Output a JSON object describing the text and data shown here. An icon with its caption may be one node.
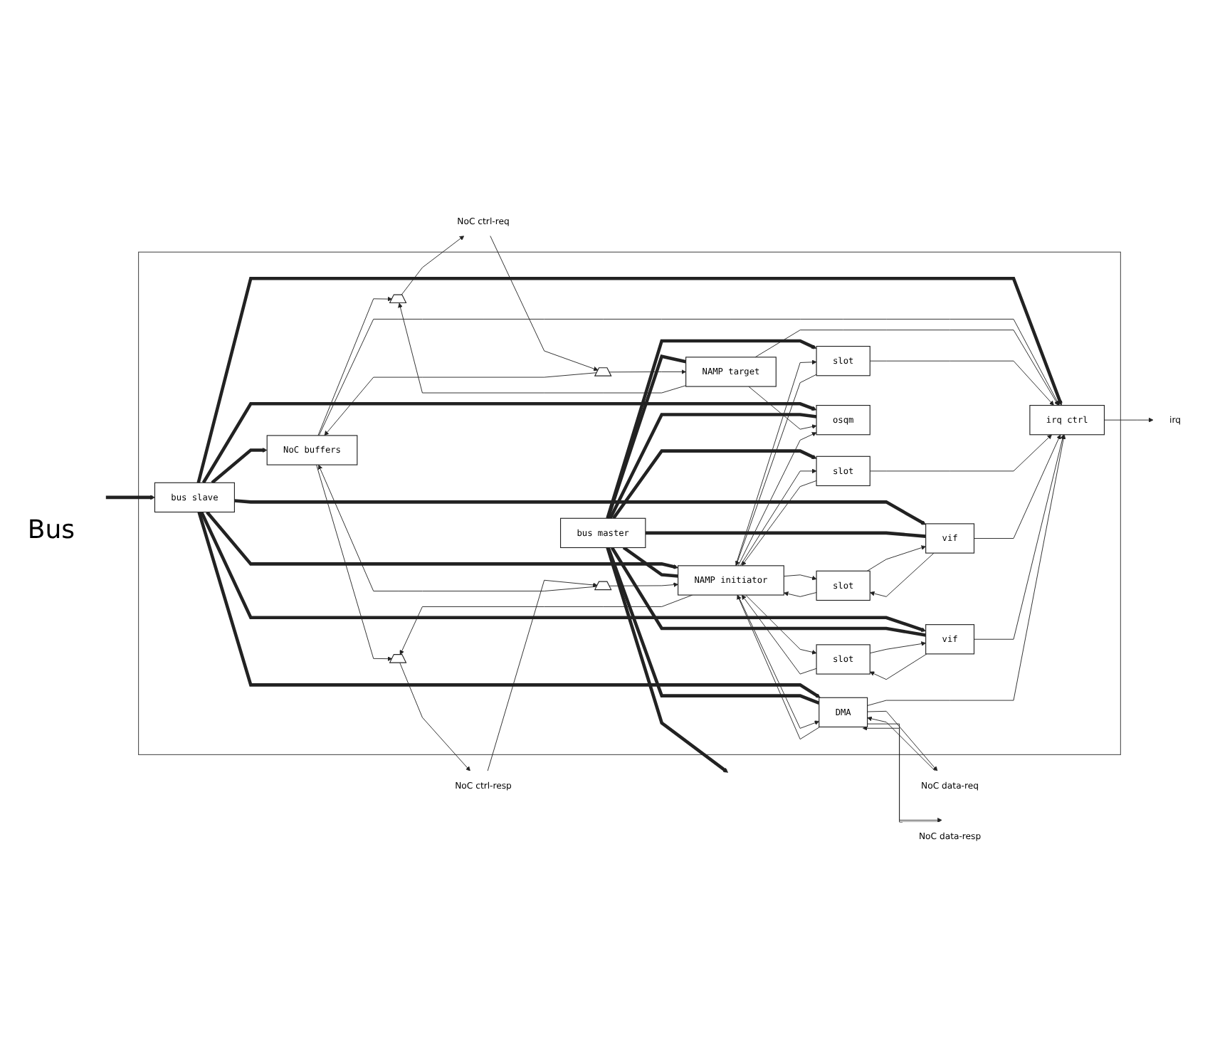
{
  "diagram": {
    "nodes": [
      {
        "text": [],
        "shape": "box"
      },
      {
        "text": [
          "irq ctrl"
        ],
        "in": 0
      },
      {
        "text": [
          "NoC buffers"
        ],
        "in": 0
      },
      {
        "text": [
          "NAMP target"
        ],
        "in": 0
      },
      {
        "text": [
          "bus slave"
        ],
        "in": 0
      },
      {
        "text": [
          "bus master"
        ],
        "in": 0
      },
      {
        "text": [
          "slot"
        ],
        "in": 0
      },
      {
        "text": [
          "slot"
        ],
        "in": 0
      },
      {
        "text": [
          "vif"
        ],
        "in": 0
      },
      {
        "text": [
          "slot"
        ],
        "in": 0
      },
      {
        "text": [
          "vif"
        ],
        "in": 0
      },
      {
        "text": [
          "slot"
        ],
        "in": 0
      },
      {
        "text": [
          "osqm"
        ],
        "in": 0
      },
      {
        "text": [
          "NAMP initiator"
        ],
        "in": 0
      },
      {
        "text": [
          "DMA"
        ],
        "in": 0
      },
      {
        "text": [],
        "shape": "trapezoid",
        "in": 0
      },
      {
        "text": [],
        "shape": "trapezoid",
        "in": 0
      },
      {
        "text": [],
        "shape": "trapezoid",
        "in": 0
      },
      {
        "text": [],
        "shape": "trapezoid",
        "in": 0
      },
      {
        "text": [
          "irq"
        ]
      },
      {
        "text": [
          "NoC ctrl-req"
        ]
      },
      {
        "text": [
          "NoC ctrl-resp"
        ]
      },
      {
        "text": [
          "NoC data-req"
        ]
      },
      {
        "text": [
          "NoC data-resp"
        ]
      }
    ],
    "edges": [
      {
        "from": 1,
        "to": 19,
        "arrow": "to"
      },
      {
        "from": null,
        "to": 4,
        "arrow": "to",
        "style": "thick"
      },
      {
        "from": 5,
        "to": null,
        "arrow": "to",
        "style": "thick"
      },
      {
        "from": 4,
        "to": 2,
        "arrow": "to",
        "style": "thick"
      },
      {
        "from": 4,
        "to": 1,
        "arrow": "to",
        "style": "thick"
      },
      {
        "from": 4,
        "to": 8,
        "arrow": "to",
        "style": "thick"
      },
      {
        "from": 4,
        "to": 12,
        "arrow": "to",
        "style": "thick"
      },
      {
        "from": 4,
        "to": 10,
        "arrow": "to",
        "style": "thick"
      },
      {
        "from": 4,
        "to": 13,
        "arrow": "to",
        "style": "thick"
      },
      {
        "from": 4,
        "to": 14,
        "arrow": "to",
        "style": "thick"
      },
      {
        "from": 5,
        "to": 3,
        "arrow": "none",
        "style": "thick"
      },
      {
        "from": 5,
        "to": 6,
        "arrow": "to",
        "style": "thick"
      },
      {
        "from": 5,
        "to": 7,
        "arrow": "to",
        "style": "thick"
      },
      {
        "from": 5,
        "to": 8,
        "arrow": "none",
        "style": "thick"
      },
      {
        "from": 5,
        "to": 12,
        "arrow": "none",
        "style": "thick"
      },
      {
        "from": 5,
        "to": 10,
        "arrow": "none",
        "style": "thick"
      },
      {
        "from": 5,
        "to": 13,
        "arrow": "none",
        "style": "thick"
      },
      {
        "from": 5,
        "to": 14,
        "arrow": "none",
        "style": "thick"
      },
      {
        "from": 2,
        "to": 1,
        "arrow": "to"
      },
      {
        "from": 3,
        "to": 1,
        "arrow": "to"
      },
      {
        "from": 6,
        "to": 1,
        "arrow": "to"
      },
      {
        "from": 7,
        "to": 1,
        "arrow": "to"
      },
      {
        "from": 8,
        "to": 1,
        "arrow": "to"
      },
      {
        "from": 10,
        "to": 1,
        "arrow": "to"
      },
      {
        "from": 14,
        "to": 1,
        "arrow": "to"
      },
      {
        "from": 3,
        "to": 12,
        "arrow": "to"
      },
      {
        "from": 13,
        "to": 12,
        "arrow": "to"
      },
      {
        "from": 8,
        "to": 9,
        "arrow": "to"
      },
      {
        "from": 9,
        "to": 8,
        "arrow": "to"
      },
      {
        "from": 10,
        "to": 11,
        "arrow": "to"
      },
      {
        "from": 11,
        "to": 10,
        "arrow": "to"
      },
      {
        "from": 6,
        "to": 13,
        "arrow": "to"
      },
      {
        "from": 13,
        "to": 6,
        "arrow": "to"
      },
      {
        "from": 7,
        "to": 13,
        "arrow": "to"
      },
      {
        "from": 13,
        "to": 7,
        "arrow": "to"
      },
      {
        "from": 9,
        "to": 13,
        "arrow": "to"
      },
      {
        "from": 13,
        "to": 9,
        "arrow": "to"
      },
      {
        "from": 11,
        "to": 13,
        "arrow": "to"
      },
      {
        "from": 13,
        "to": 11,
        "arrow": "to"
      },
      {
        "from": 13,
        "to": 14,
        "arrow": "to"
      },
      {
        "from": 14,
        "to": 13,
        "arrow": "to"
      },
      {
        "from": 2,
        "to": 15,
        "arrow": "to"
      },
      {
        "from": 3,
        "to": 15,
        "arrow": "to"
      },
      {
        "from": 15,
        "to": 20,
        "arrow": "to"
      },
      {
        "from": 20,
        "to": 16,
        "arrow": "to"
      },
      {
        "from": 16,
        "to": 2,
        "arrow": "to"
      },
      {
        "from": 16,
        "to": 3,
        "arrow": "to"
      },
      {
        "from": 2,
        "to": 17,
        "arrow": "to"
      },
      {
        "from": 13,
        "to": 17,
        "arrow": "to"
      },
      {
        "from": 17,
        "to": 21,
        "arrow": "to"
      },
      {
        "from": 21,
        "to": 18,
        "arrow": "to"
      },
      {
        "from": 18,
        "to": 2,
        "arrow": "to"
      },
      {
        "from": 18,
        "to": 13,
        "arrow": "to"
      },
      {
        "from": 23,
        "to": 14,
        "arrow": "to"
      },
      {
        "from": 14,
        "to": 23,
        "arrow": "to"
      },
      {
        "from": 22,
        "to": 14,
        "arrow": "to"
      },
      {
        "from": 14,
        "to": 22,
        "arrow": "to"
      }
    ],
    "labels": [
      "Bus"
    ]
  }
}
